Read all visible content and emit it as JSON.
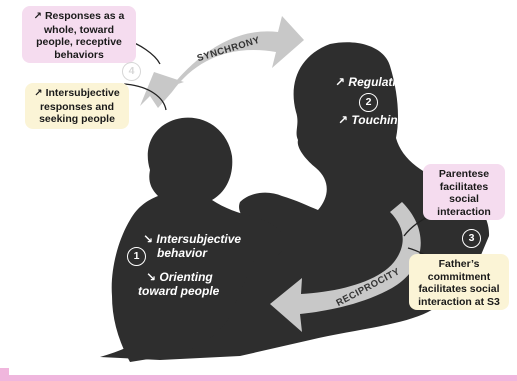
{
  "colors": {
    "silhouette": "#2e2e2e",
    "arrow_fill": "#c8c8c8",
    "pink_box": "#f5dcef",
    "cream_box": "#fbf4d6",
    "bottom_stripe": "#f0b6dd"
  },
  "boxes": {
    "top_left": {
      "arrow_icon": "arrow-up-right",
      "line1": "Responses as a",
      "line2": "whole, toward",
      "line3": "people, receptive",
      "line4": "behaviors"
    },
    "mid_left": {
      "arrow_icon": "arrow-up-right",
      "line1": "Intersubjective",
      "line2": "responses and",
      "line3": "seeking people"
    },
    "right_top": {
      "line1": "Parentese",
      "line2": "facilitates",
      "line3": "social",
      "line4": "interaction"
    },
    "right_bottom": {
      "line1": "Father’s",
      "line2": "commitment",
      "line3": "facilitates social",
      "line4": "interaction at S3"
    }
  },
  "arrows": {
    "top_label": "SYNCHRONY",
    "bottom_label": "RECIPROCITY"
  },
  "numbers": {
    "n1": "1",
    "n2": "2",
    "n3": "3",
    "n4": "4"
  },
  "father_labels": {
    "up_arrow": "↗",
    "regulation": "Regulation Up",
    "touching": "Touching"
  },
  "child_labels": {
    "down_arrow": "↘",
    "intersubjective": "Intersubjective",
    "behavior": "behavior",
    "orienting": "Orienting",
    "toward_people": "toward people"
  }
}
